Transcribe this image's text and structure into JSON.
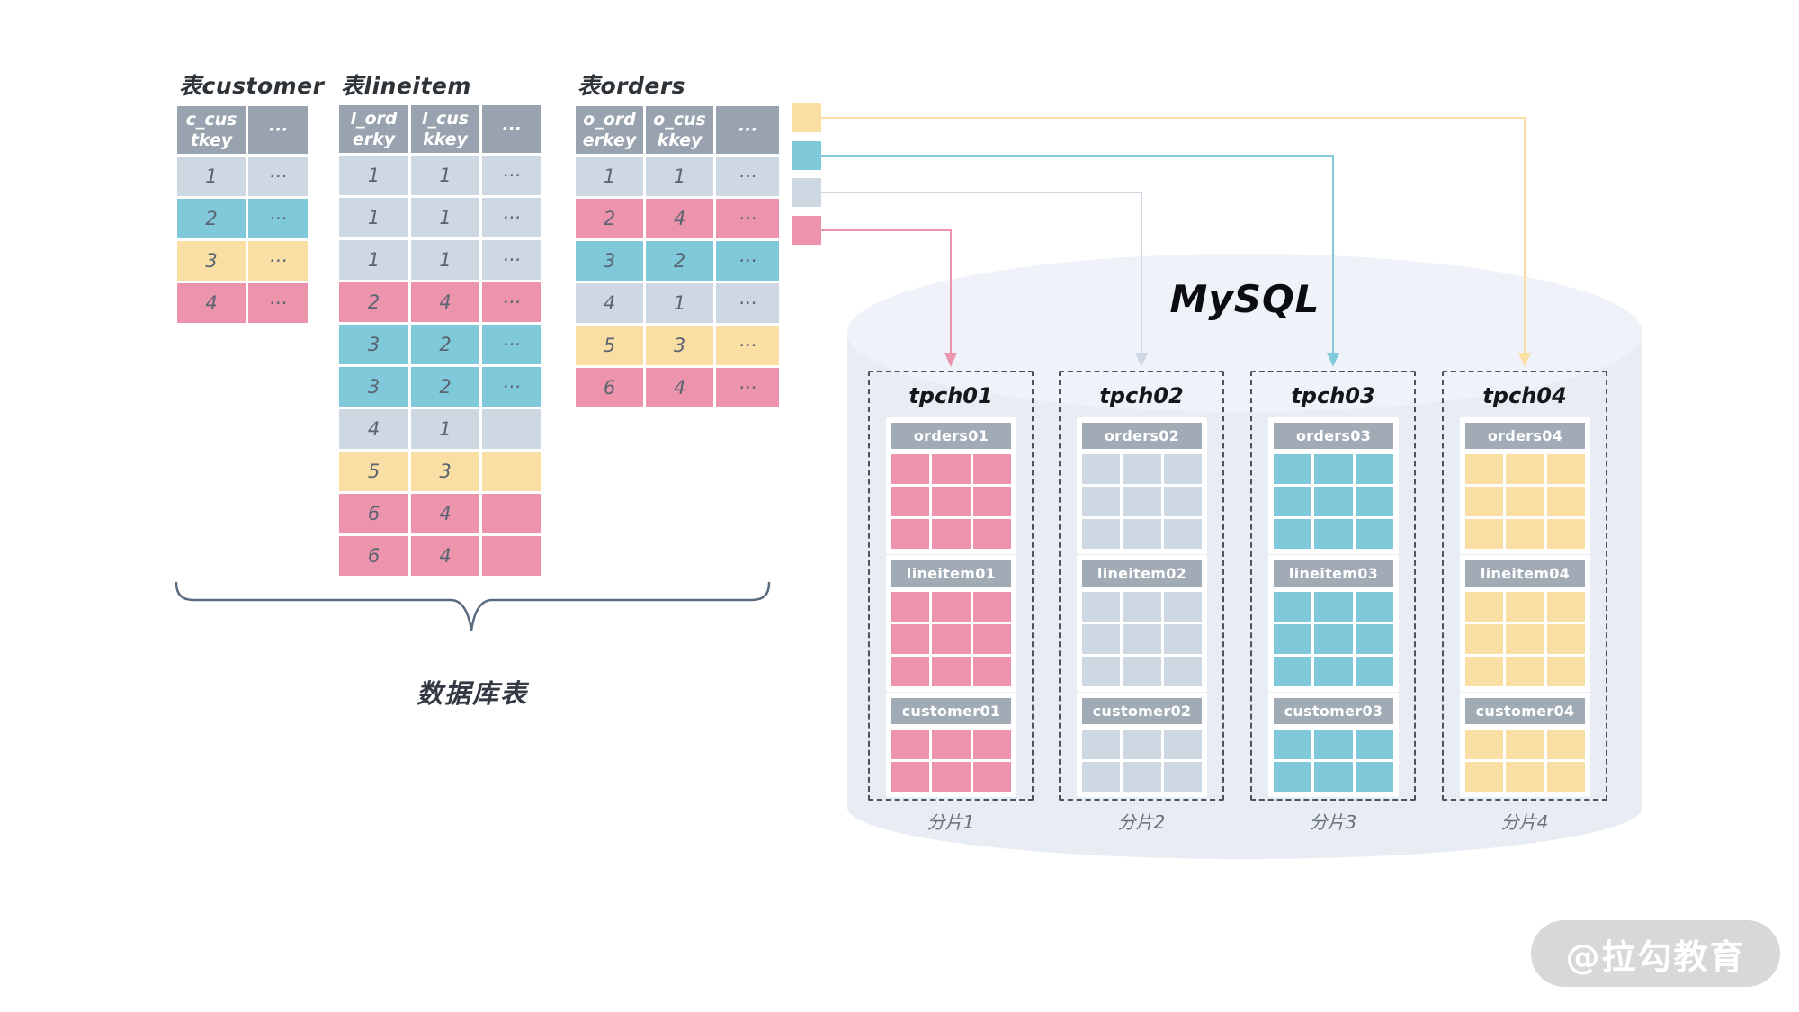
{
  "colors": {
    "pink": "#EC94AC",
    "teal": "#7FC9DB",
    "yellow": "#FADFA4",
    "gray": "#CDD8E2",
    "table_header": "#99A3AF",
    "shard_header": "#A1ABB6",
    "cylinder_body": "#E8ECF3",
    "cylinder_top": "#EFF2F8"
  },
  "source_tables": [
    {
      "title": "表customer",
      "columns": [
        "c_cus\ntkey",
        "···"
      ],
      "rows": [
        {
          "color": "gray",
          "cells": [
            "1",
            "···"
          ]
        },
        {
          "color": "teal",
          "cells": [
            "2",
            "···"
          ]
        },
        {
          "color": "yellow",
          "cells": [
            "3",
            "···"
          ]
        },
        {
          "color": "pink",
          "cells": [
            "4",
            "···"
          ]
        }
      ]
    },
    {
      "title": "表lineitem",
      "columns": [
        "l_ord\nerky",
        "l_cus\nkkey",
        "···"
      ],
      "rows": [
        {
          "color": "gray",
          "cells": [
            "1",
            "1",
            "···"
          ]
        },
        {
          "color": "gray",
          "cells": [
            "1",
            "1",
            "···"
          ]
        },
        {
          "color": "gray",
          "cells": [
            "1",
            "1",
            "···"
          ]
        },
        {
          "color": "pink",
          "cells": [
            "2",
            "4",
            "···"
          ]
        },
        {
          "color": "teal",
          "cells": [
            "3",
            "2",
            "···"
          ]
        },
        {
          "color": "teal",
          "cells": [
            "3",
            "2",
            "···"
          ]
        },
        {
          "color": "gray",
          "cells": [
            "4",
            "1",
            ""
          ]
        },
        {
          "color": "yellow",
          "cells": [
            "5",
            "3",
            ""
          ]
        },
        {
          "color": "pink",
          "cells": [
            "6",
            "4",
            ""
          ]
        },
        {
          "color": "pink",
          "cells": [
            "6",
            "4",
            ""
          ]
        }
      ]
    },
    {
      "title": "表orders",
      "columns": [
        "o_ord\nerkey",
        "o_cus\nkkey",
        "···"
      ],
      "rows": [
        {
          "color": "gray",
          "cells": [
            "1",
            "1",
            "···"
          ]
        },
        {
          "color": "pink",
          "cells": [
            "2",
            "4",
            "···"
          ]
        },
        {
          "color": "teal",
          "cells": [
            "3",
            "2",
            "···"
          ]
        },
        {
          "color": "gray",
          "cells": [
            "4",
            "1",
            "···"
          ]
        },
        {
          "color": "yellow",
          "cells": [
            "5",
            "3",
            "···"
          ]
        },
        {
          "color": "pink",
          "cells": [
            "6",
            "4",
            "···"
          ]
        }
      ]
    }
  ],
  "legend": [
    {
      "color": "yellow",
      "points_to": "tpch04"
    },
    {
      "color": "teal",
      "points_to": "tpch03"
    },
    {
      "color": "gray",
      "points_to": "tpch02"
    },
    {
      "color": "pink",
      "points_to": "tpch01"
    }
  ],
  "mysql": {
    "title": "MySQL",
    "shards": [
      {
        "name": "tpch01",
        "label": "分片1",
        "color": "pink",
        "tables": [
          {
            "name": "orders01",
            "rows": 3,
            "cols": 3
          },
          {
            "name": "lineitem01",
            "rows": 3,
            "cols": 3
          },
          {
            "name": "customer01",
            "rows": 2,
            "cols": 3
          }
        ]
      },
      {
        "name": "tpch02",
        "label": "分片2",
        "color": "gray",
        "tables": [
          {
            "name": "orders02",
            "rows": 3,
            "cols": 3
          },
          {
            "name": "lineitem02",
            "rows": 3,
            "cols": 3
          },
          {
            "name": "customer02",
            "rows": 2,
            "cols": 3
          }
        ]
      },
      {
        "name": "tpch03",
        "label": "分片3",
        "color": "teal",
        "tables": [
          {
            "name": "orders03",
            "rows": 3,
            "cols": 3
          },
          {
            "name": "lineitem03",
            "rows": 3,
            "cols": 3
          },
          {
            "name": "customer03",
            "rows": 2,
            "cols": 3
          }
        ]
      },
      {
        "name": "tpch04",
        "label": "分片4",
        "color": "yellow",
        "tables": [
          {
            "name": "orders04",
            "rows": 3,
            "cols": 3
          },
          {
            "name": "lineitem04",
            "rows": 3,
            "cols": 3
          },
          {
            "name": "customer04",
            "rows": 2,
            "cols": 3
          }
        ]
      }
    ]
  },
  "brace_label": "数据库表",
  "watermark": "@拉勾教育"
}
